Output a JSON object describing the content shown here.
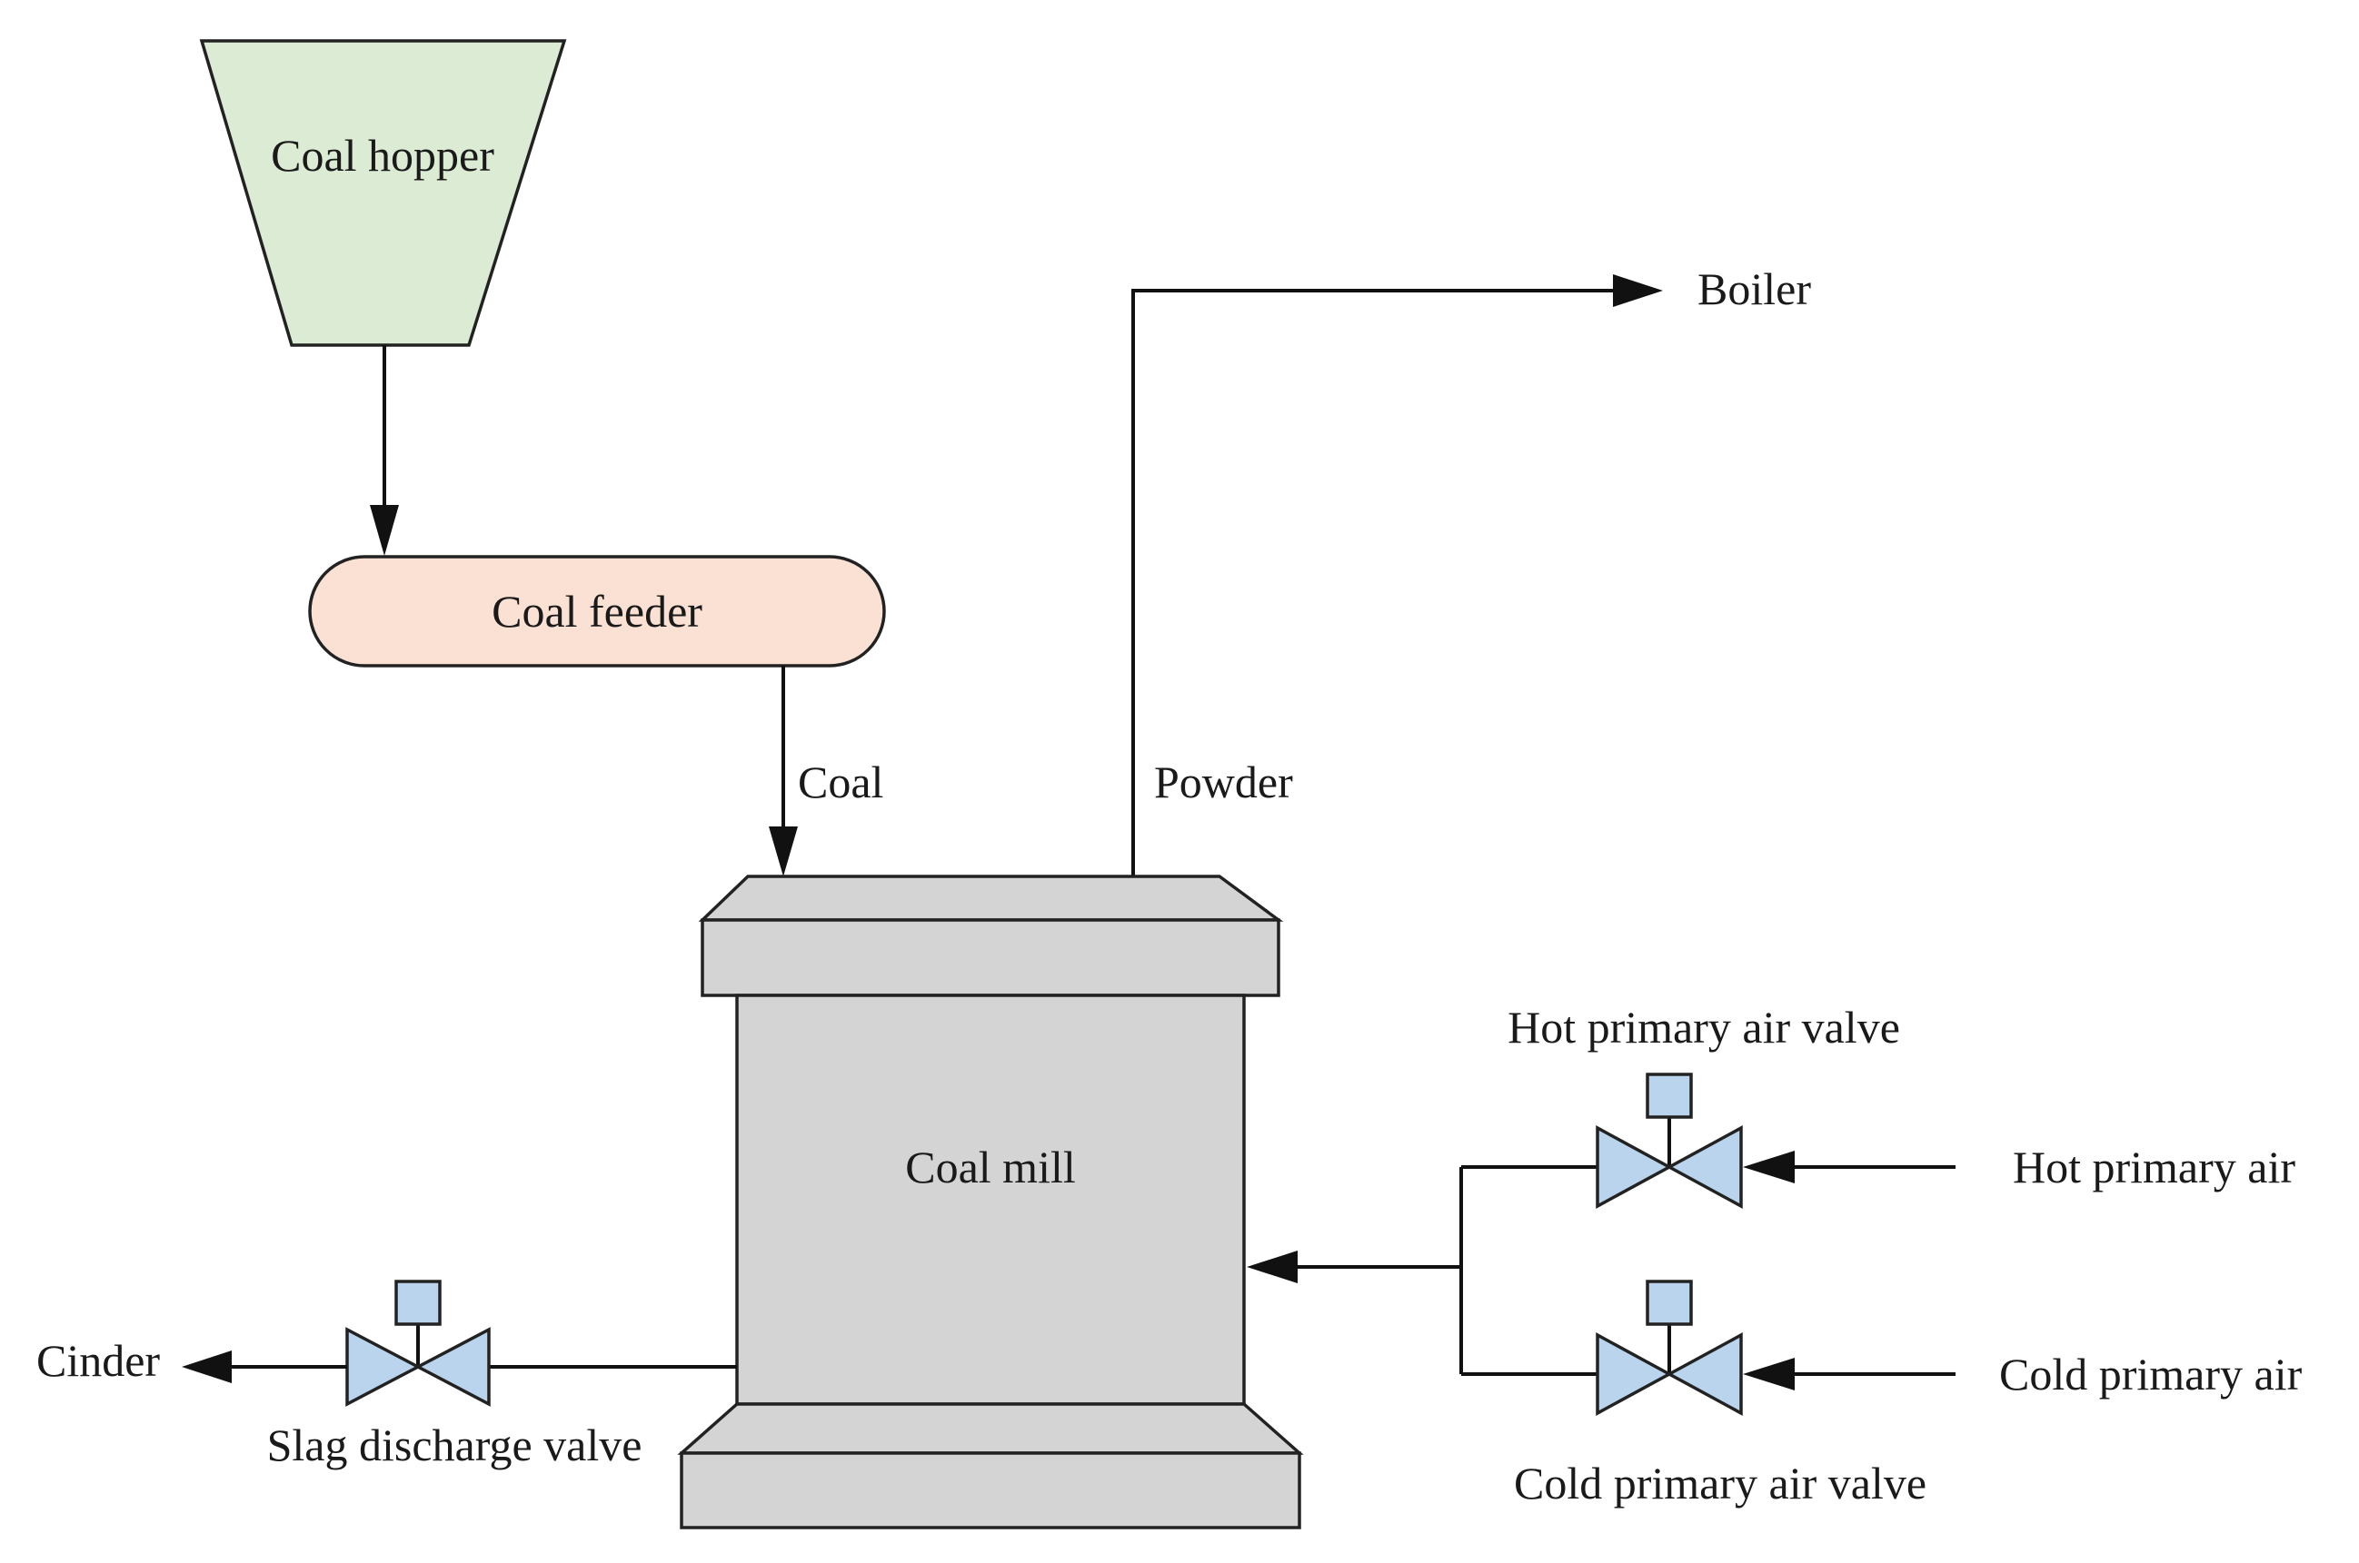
{
  "labels": {
    "coal_hopper": "Coal hopper",
    "coal_feeder": "Coal feeder",
    "coal": "Coal",
    "powder": "Powder",
    "boiler": "Boiler",
    "coal_mill": "Coal mill",
    "hot_primary_air_valve": "Hot primary air valve",
    "hot_primary_air": "Hot primary air",
    "cold_primary_air": "Cold primary air",
    "cold_primary_air_valve": "Cold primary air valve",
    "cinder": "Cinder",
    "slag_discharge_valve": "Slag discharge valve"
  },
  "colors": {
    "hopper_fill": "#dcebd3",
    "feeder_fill": "#fbe1d3",
    "mill_fill": "#d4d4d4",
    "valve_fill": "#b9d4ec",
    "line": "#111111"
  }
}
